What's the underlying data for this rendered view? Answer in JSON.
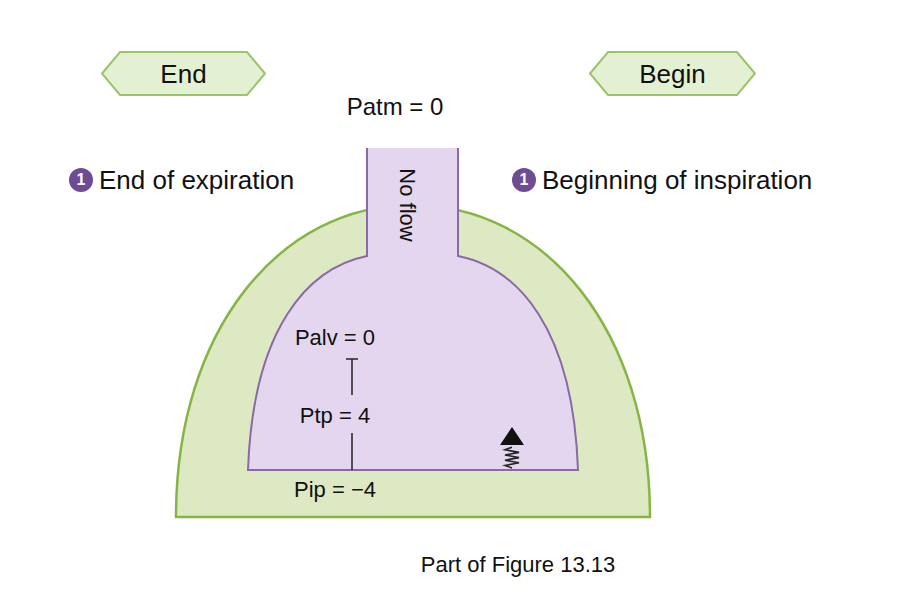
{
  "diagram": {
    "caption": "Part of Figure 13.13",
    "nodes": [
      {
        "text": [
          "End"
        ]
      },
      {
        "text": [
          "Begin"
        ]
      },
      {
        "text": [
          "No flow",
          "Palv = 0",
          "Ptp = 4"
        ]
      }
    ],
    "labels": [
      "Patm = 0",
      "1",
      "End of expiration",
      "1",
      "Beginning of inspiration",
      "Pip = −4"
    ]
  }
}
